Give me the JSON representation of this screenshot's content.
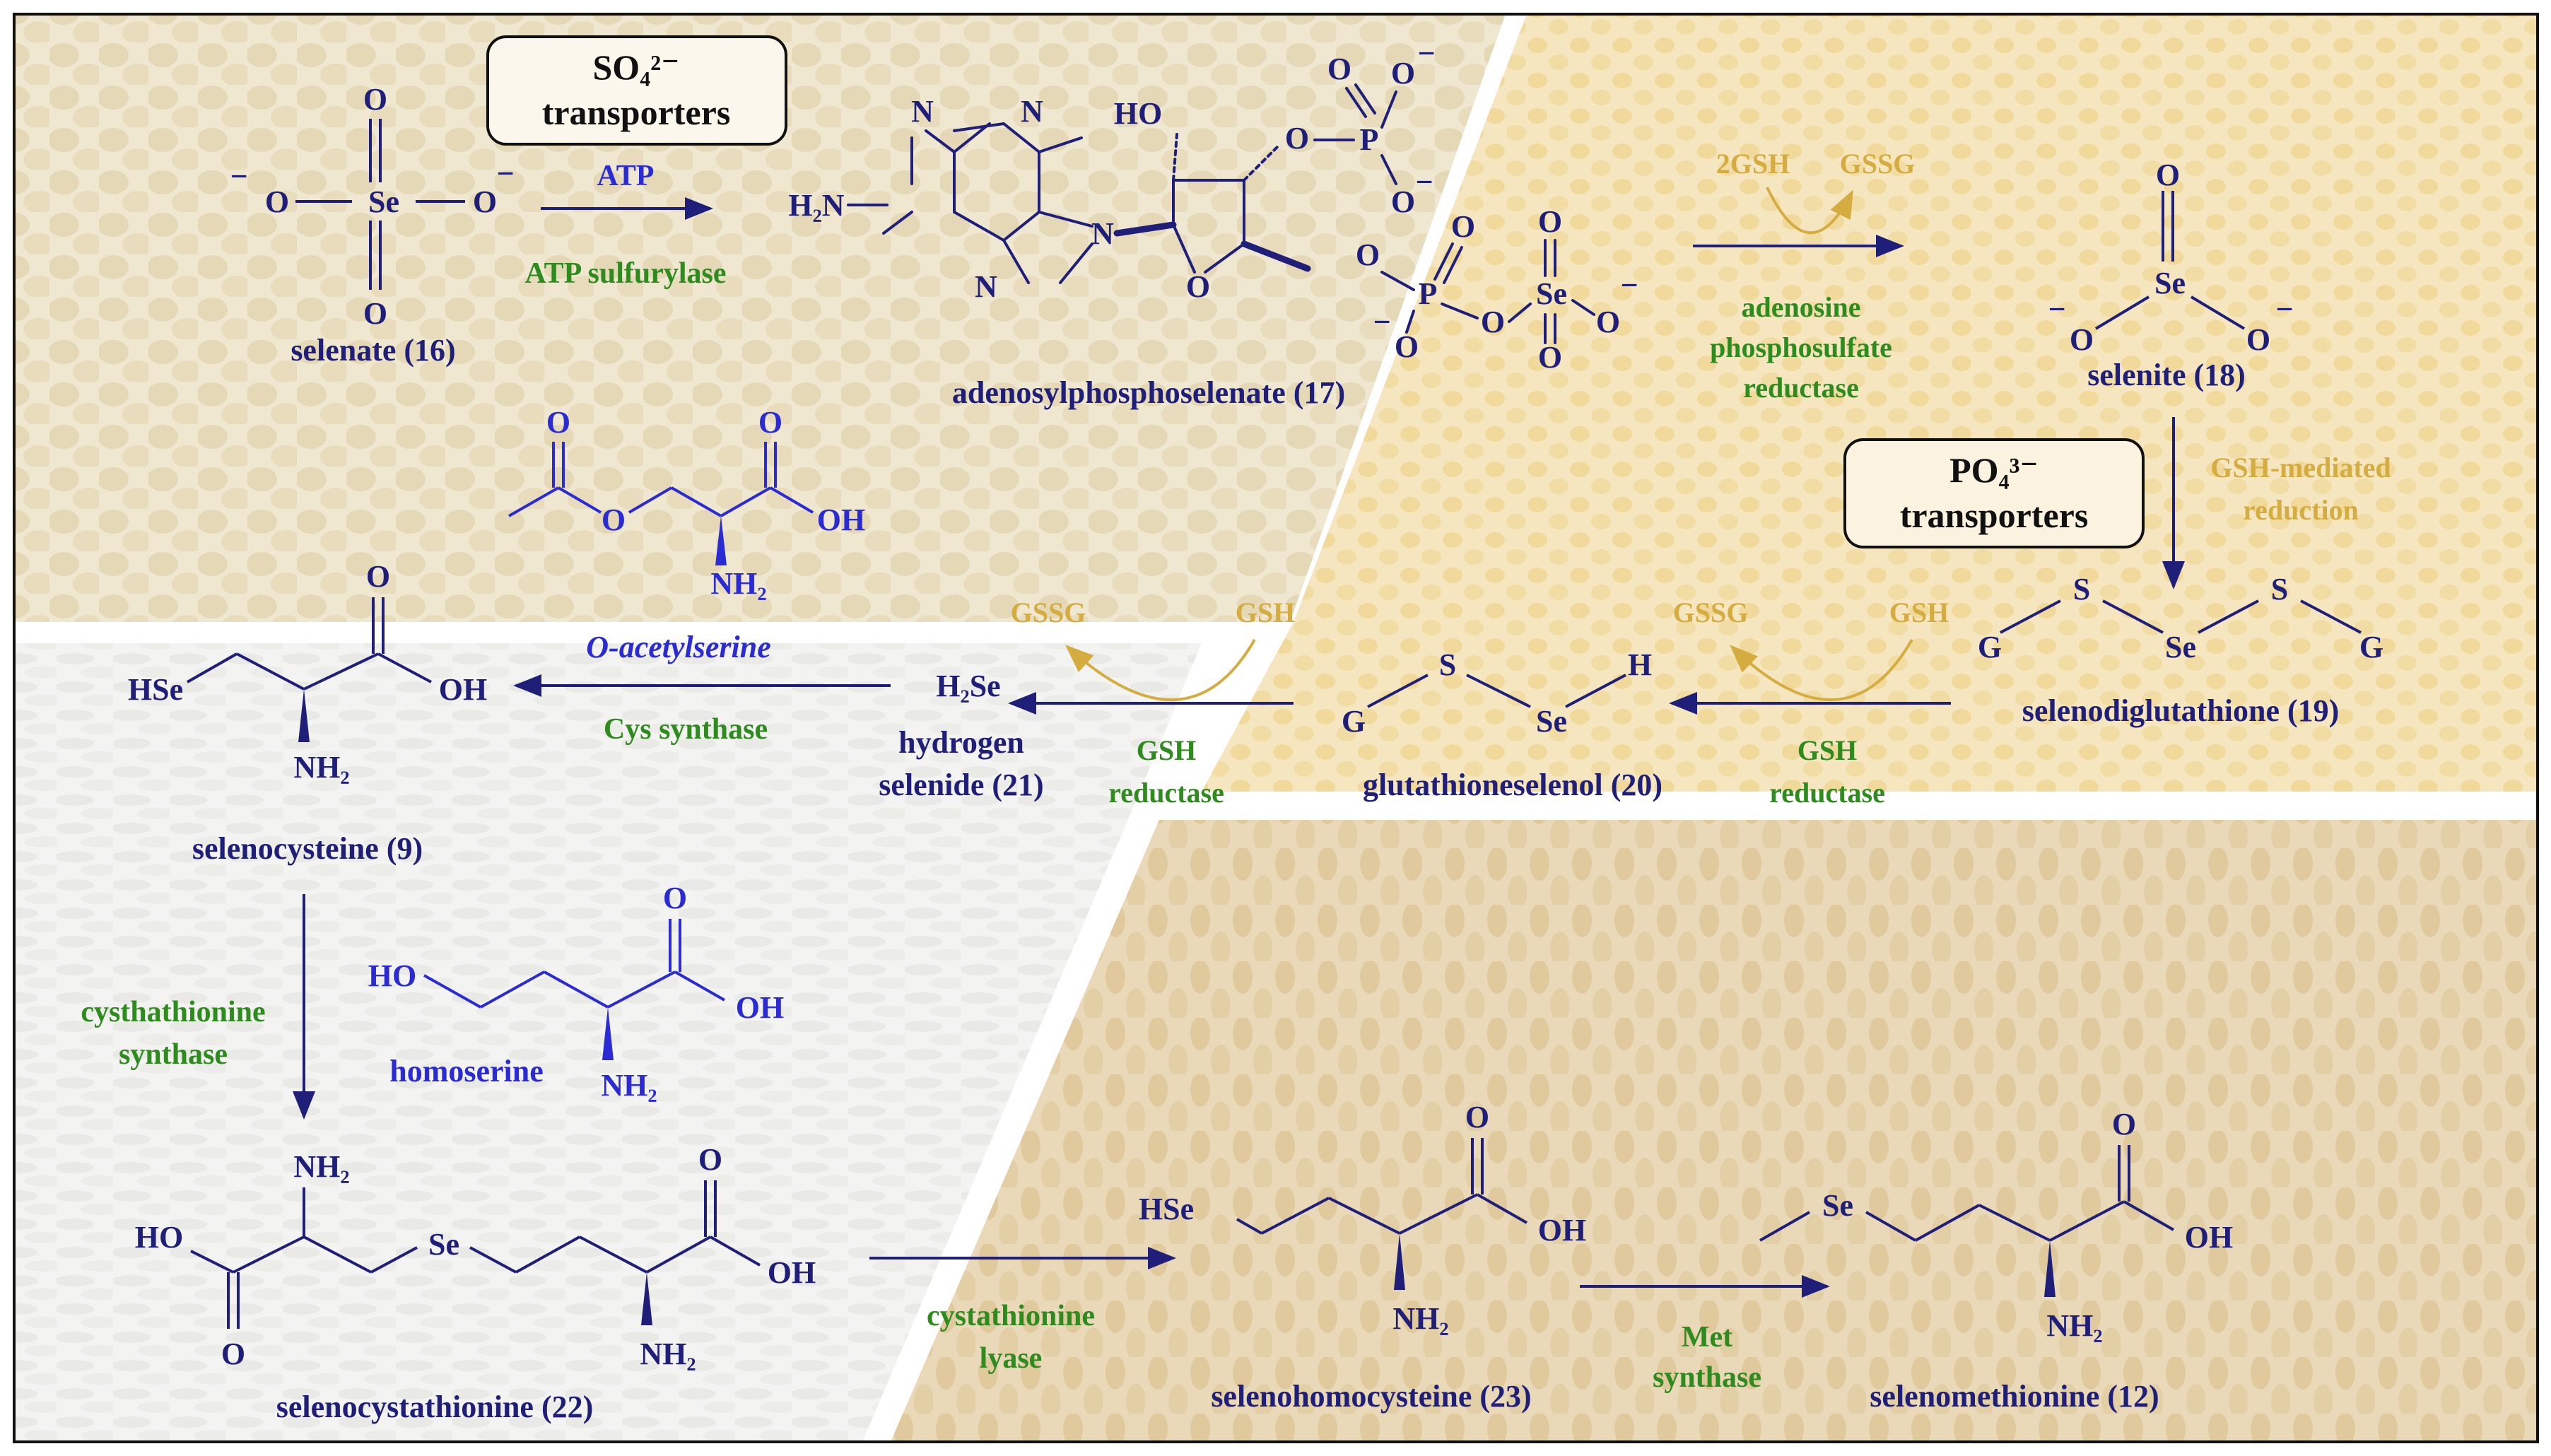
{
  "colors": {
    "navy": "#1f1f7a",
    "blue": "#2b2bd6",
    "green": "#2e8b1e",
    "gold": "#d4ac40",
    "black": "#111111"
  },
  "boxes": {
    "so4_ion": "SO₄²⁻",
    "so4_text": "transporters",
    "po4_ion": "PO₄³⁻",
    "po4_text": "transporters"
  },
  "compounds": {
    "selenate": "selenate (16)",
    "aps": "adenosylphosphoselenate (17)",
    "selenite": "selenite (18)",
    "selenodiglutathione": "selenodiglutathione (19)",
    "glutathioneselenol": "glutathioneselenol (20)",
    "hydrogen_selenide_1": "hydrogen",
    "hydrogen_selenide_2": "selenide (21)",
    "oacetylserine": "O-acetylserine",
    "selenocysteine": "selenocysteine (9)",
    "homoserine": "homoserine",
    "selenocystathionine": "selenocystathionine (22)",
    "selenohomocysteine": "selenohomocysteine (23)",
    "selenomethionine": "selenomethionine (12)"
  },
  "enzymes": {
    "atp": "ATP",
    "atp_sulfurylase": "ATP sulfurylase",
    "aps_reductase_1": "adenosine",
    "aps_reductase_2": "phosphosulfate",
    "aps_reductase_3": "reductase",
    "gsh_mediated_1": "GSH-mediated",
    "gsh_mediated_2": "reduction",
    "gsh_reductase_1": "GSH",
    "gsh_reductase_2": "reductase",
    "cys_synthase": "Cys synthase",
    "cysthathionine_synthase_1": "cysthathionine",
    "cysthathionine_synthase_2": "synthase",
    "cystathionine_lyase_1": "cystathionine",
    "cystathionine_lyase_2": "lyase",
    "met_synthase_1": "Met",
    "met_synthase_2": "synthase"
  },
  "cofactors": {
    "two_gsh": "2GSH",
    "gssg": "GSSG",
    "gsh": "GSH"
  },
  "atoms": {
    "O": "O",
    "Se": "Se",
    "P": "P",
    "N": "N",
    "S": "S",
    "G": "G",
    "H": "H",
    "OH": "OH",
    "HO": "HO",
    "HSe": "HSe",
    "NH2": "NH₂",
    "H2N": "H₂N",
    "H2Se": "H₂Se",
    "minus": "−"
  }
}
